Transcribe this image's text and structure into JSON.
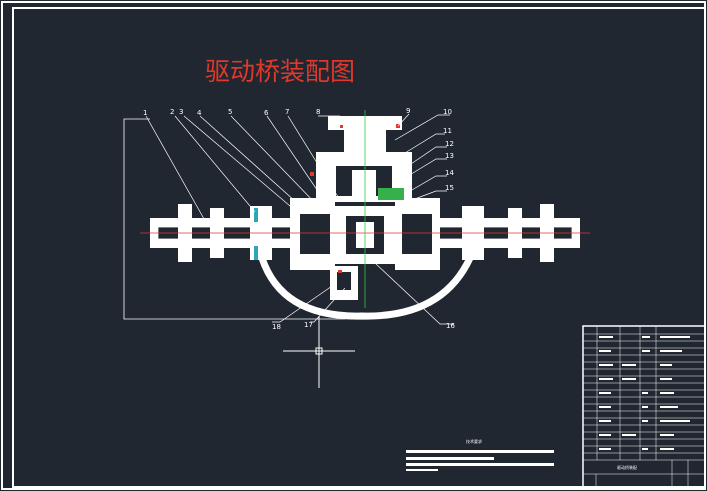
{
  "title": "驱动桥装配图",
  "part_labels": [
    "1",
    "2",
    "3",
    "4",
    "5",
    "6",
    "7",
    "8",
    "9",
    "10",
    "11",
    "12",
    "13",
    "14",
    "15",
    "16",
    "17",
    "18"
  ],
  "tech_req_title": "技术要求",
  "title_block_name": "驱动桥装配",
  "colors": {
    "background": "#202731",
    "lines": "#ffffff",
    "title": "#e0382b",
    "centerline": "#e0382b",
    "axis": "#2ecc40",
    "bearing": "#2aa6b8"
  }
}
